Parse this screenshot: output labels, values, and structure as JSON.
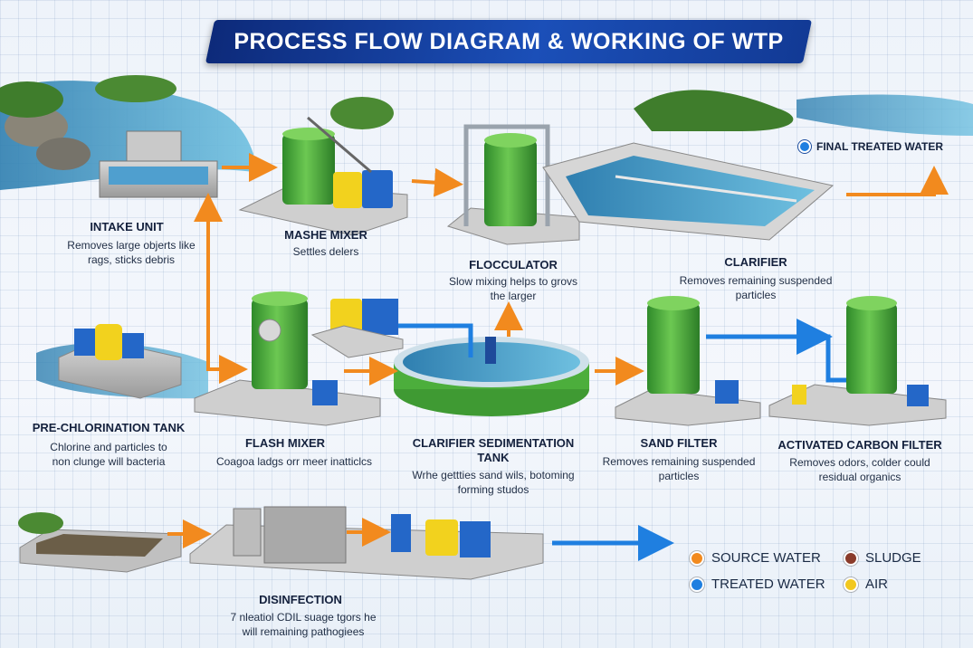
{
  "title": "PROCESS FLOW DIAGRAM & WORKING OF WTP",
  "final_output": "FINAL TREATED WATER",
  "stages": {
    "intake": {
      "label": "INTAKE UNIT",
      "desc1": "Removes large objerts like",
      "desc2": "rags, sticks debris"
    },
    "mashe": {
      "label": "MASHE MIXER",
      "desc1": "Settles delers"
    },
    "flocculator": {
      "label": "FLOCCULATOR",
      "desc1": "Slow mixing helps to grovs",
      "desc2": "the larger"
    },
    "clarifier_top": {
      "label": "CLARIFIER",
      "desc1": "Removes remaining suspended",
      "desc2": "particles"
    },
    "prechlor": {
      "label": "PRE-CHLORINATION TANK",
      "desc1": "Chlorine and particles to",
      "desc2": "non clunge will bacteria"
    },
    "flash": {
      "label": "FLASH MIXER",
      "desc1": "Coagoa ladgs orr meer inatticlcs"
    },
    "sedimentation": {
      "label1": "CLARIFIER SEDIMENTATION",
      "label2": "TANK",
      "desc1": "Wrhe gettties  sand wils, botoming",
      "desc2": "forming studos"
    },
    "sand": {
      "label": "SAND FILTER",
      "desc1": "Removes remaining suspended",
      "desc2": "particles"
    },
    "carbon": {
      "label": "ACTIVATED CARBON FILTER",
      "desc1": "Removes odors, colder could",
      "desc2": "residual organics"
    },
    "disinfection": {
      "label": "DISINFECTION",
      "desc1": "7 nleatiol CDIL suage tgors he",
      "desc2": "will remaining pathogiees"
    }
  },
  "legend": [
    {
      "label": "SOURCE WATER",
      "color": "#f28a1e"
    },
    {
      "label": "SLUDGE",
      "color": "#8a3b2a"
    },
    {
      "label": "TREATED WATER",
      "color": "#1f7fe0"
    },
    {
      "label": "AIR",
      "color": "#f2c81e"
    }
  ],
  "colors": {
    "tank_green": "#4cae3c",
    "arrow_orange": "#f28a1e",
    "pipe_blue": "#1f7fe0",
    "banner_blue": "#123a95"
  }
}
